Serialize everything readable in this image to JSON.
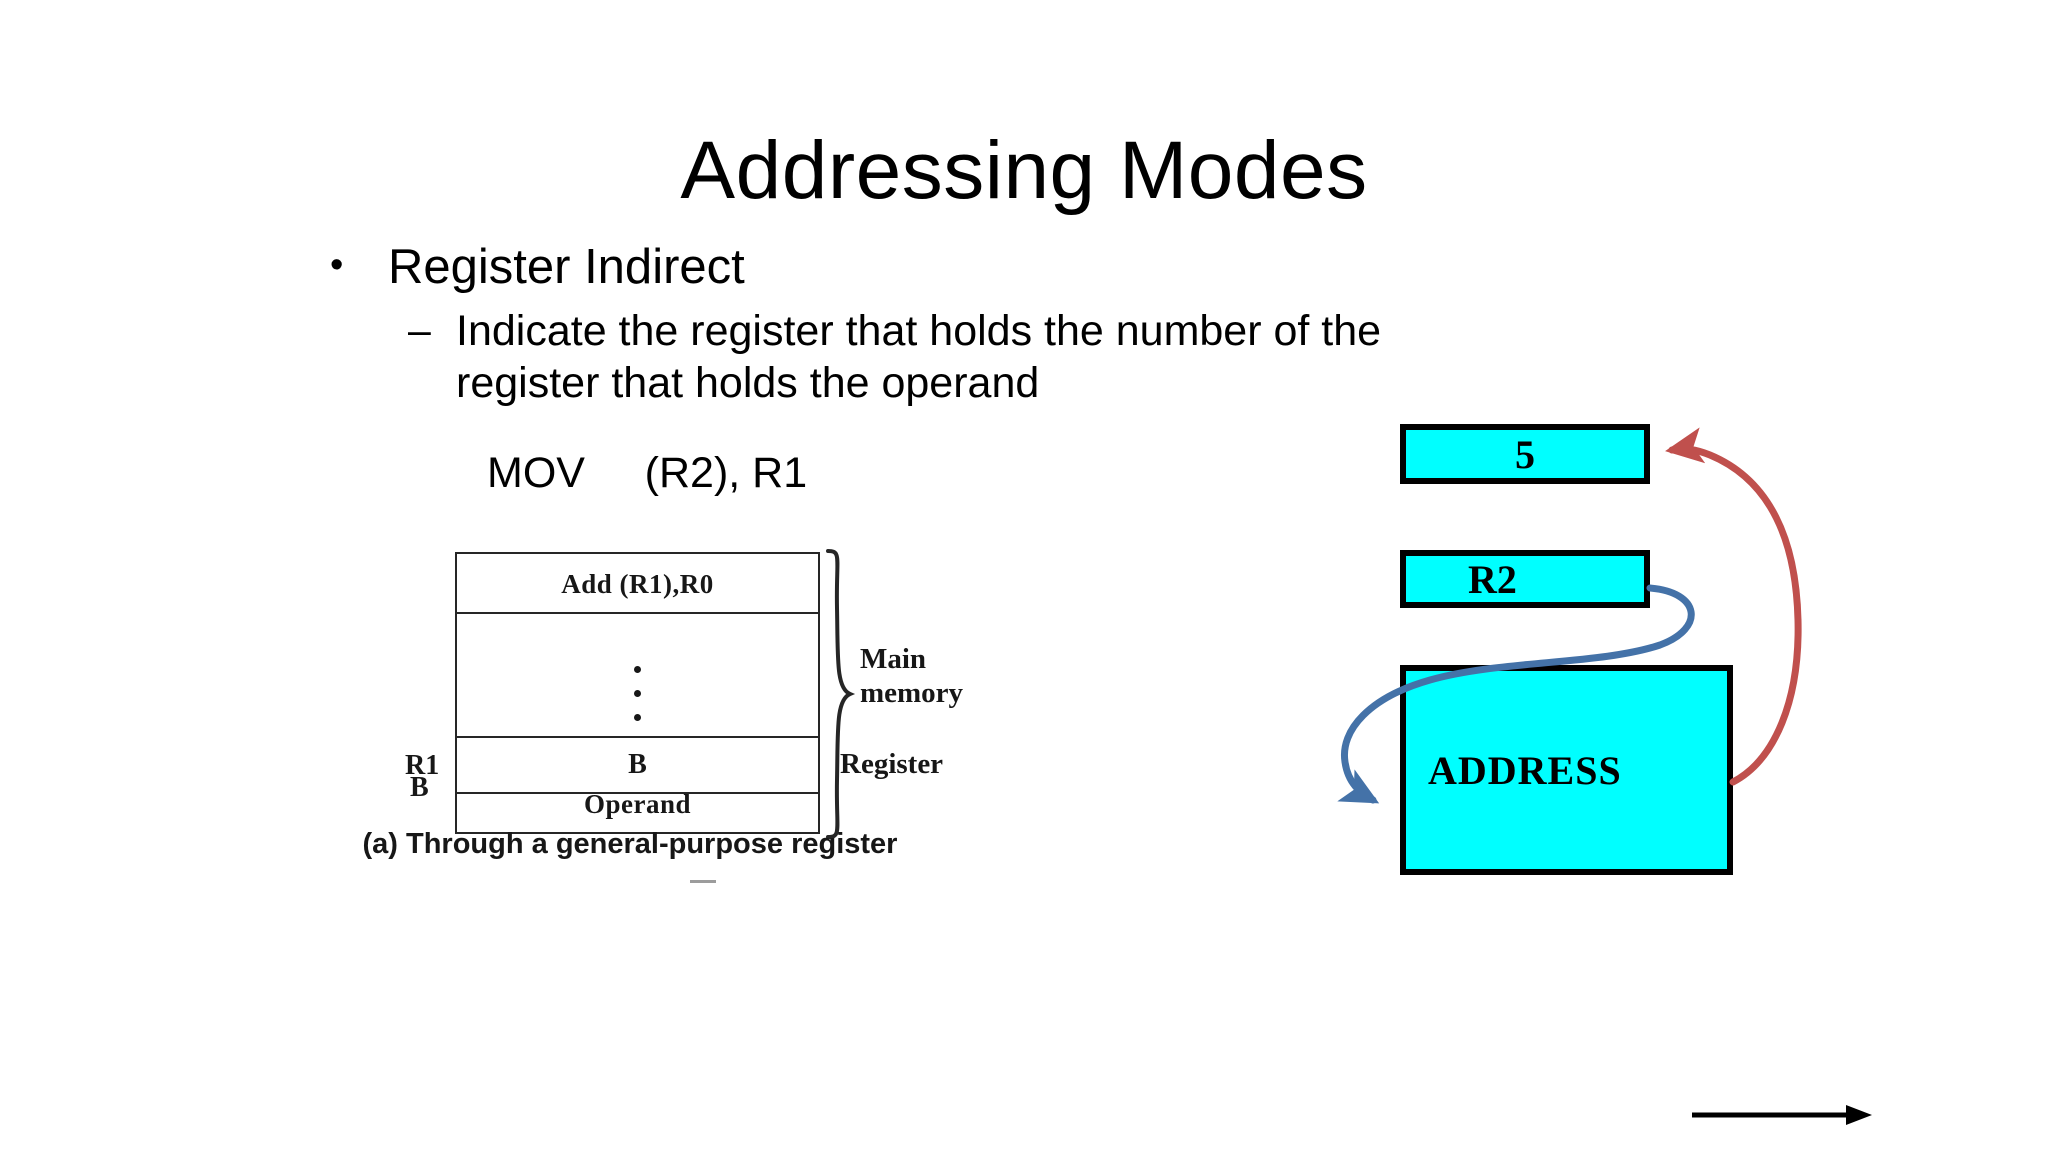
{
  "slide": {
    "title": "Addressing Modes",
    "background_color": "#FFFFFF"
  },
  "bullets": {
    "level1": {
      "marker": "•",
      "text": "Register Indirect"
    },
    "level2": {
      "marker": "–",
      "text": "Indicate the register that holds the number of the register that holds the operand"
    },
    "code_line": "MOV     (R2), R1"
  },
  "scanned_figure": {
    "memory_rows": [
      {
        "id": "instruction",
        "text": "Add   (R1),R0"
      },
      {
        "id": "ellipsis",
        "text": ""
      },
      {
        "id": "operand",
        "text": "Operand"
      }
    ],
    "memory_left_label": "B",
    "memory_brace_label": "Main\nmemory",
    "memory_brace_label_line1": "Main",
    "memory_brace_label_line2": "memory",
    "register_left_label": "R1",
    "register_value": "B",
    "register_right_label": "Register",
    "caption": "(a) Through a general-purpose register"
  },
  "diagram": {
    "boxes": [
      {
        "id": "value-box",
        "label": "5",
        "fill": "#00FFFF",
        "border": "#000000"
      },
      {
        "id": "register-box",
        "label": "R2",
        "fill": "#00FFFF",
        "border": "#000000"
      },
      {
        "id": "address-box",
        "label": "ADDRESS",
        "fill": "#00FFFF",
        "border": "#000000"
      }
    ],
    "arrows": [
      {
        "id": "blue-arrow",
        "from": "register-box",
        "to": "address-box",
        "color": "#4472A8"
      },
      {
        "id": "red-arrow",
        "from": "address-box",
        "to": "value-box",
        "color": "#C0504D"
      },
      {
        "id": "black-arrow",
        "color": "#000000"
      }
    ]
  },
  "colors": {
    "cyan": "#00FFFF",
    "red_arrow": "#C0504D",
    "blue_arrow": "#4472A8",
    "black": "#000000"
  }
}
